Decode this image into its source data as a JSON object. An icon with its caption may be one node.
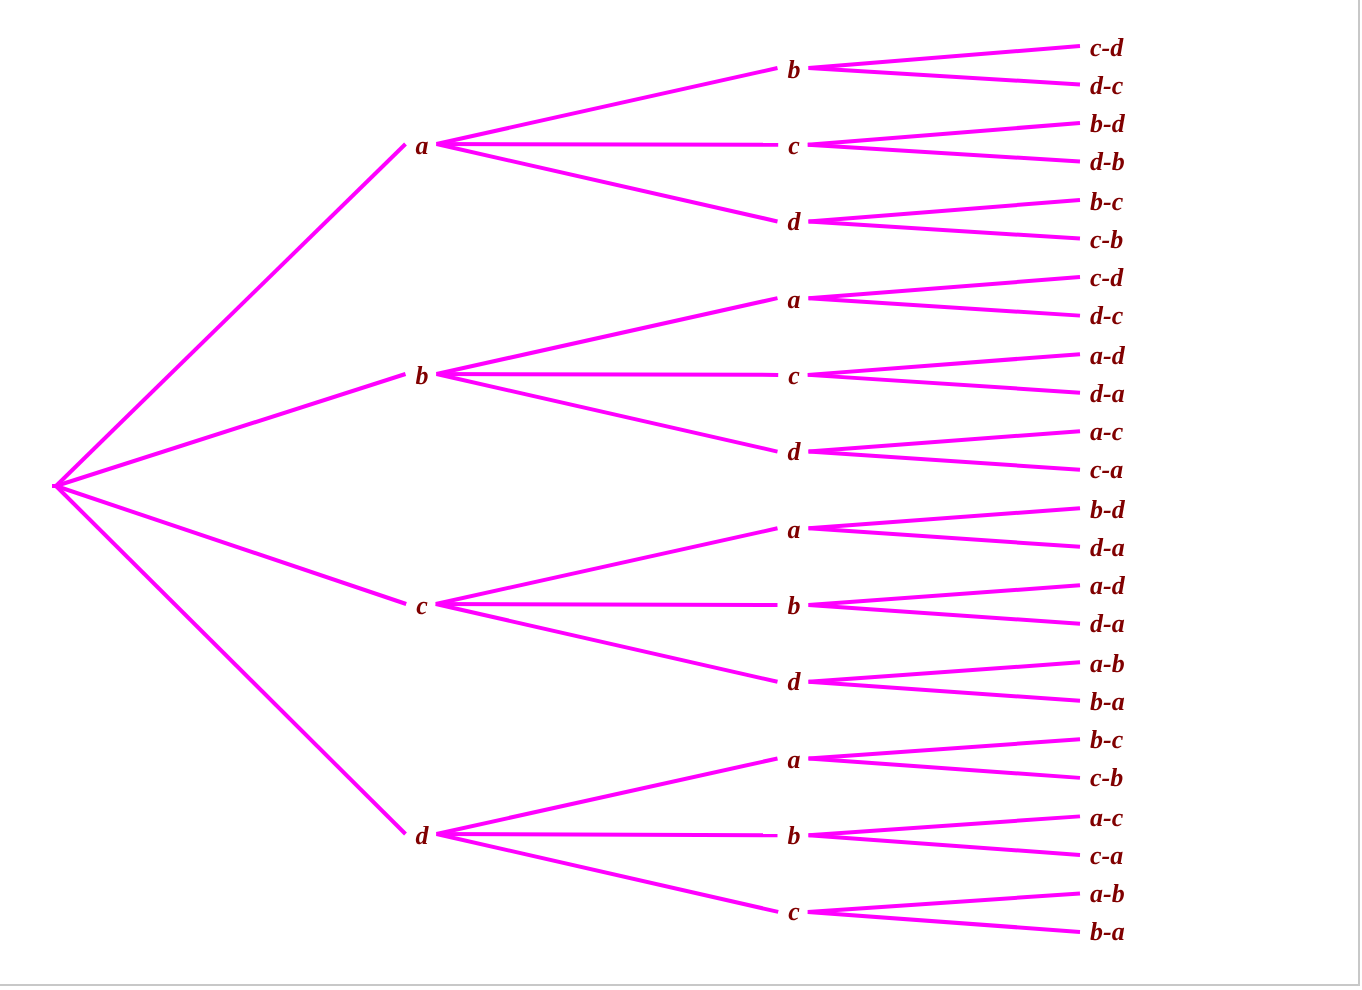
{
  "diagram": {
    "nodes": [
      {
        "text": [],
        "shape": "point"
      },
      {
        "text": [
          "a"
        ]
      },
      {
        "text": [
          "b"
        ]
      },
      {
        "text": [
          "c"
        ]
      },
      {
        "text": [
          "d"
        ]
      },
      {
        "text": [
          "b"
        ]
      },
      {
        "text": [
          "c"
        ]
      },
      {
        "text": [
          "d"
        ]
      },
      {
        "text": [
          "a"
        ]
      },
      {
        "text": [
          "c"
        ]
      },
      {
        "text": [
          "d"
        ]
      },
      {
        "text": [
          "a"
        ]
      },
      {
        "text": [
          "b"
        ]
      },
      {
        "text": [
          "d"
        ]
      },
      {
        "text": [
          "a"
        ]
      },
      {
        "text": [
          "b"
        ]
      },
      {
        "text": [
          "c"
        ]
      },
      {
        "text": [
          "c-d"
        ]
      },
      {
        "text": [
          "d-c"
        ]
      },
      {
        "text": [
          "b-d"
        ]
      },
      {
        "text": [
          "d-b"
        ]
      },
      {
        "text": [
          "b-c"
        ]
      },
      {
        "text": [
          "c-b"
        ]
      },
      {
        "text": [
          "c-d"
        ]
      },
      {
        "text": [
          "d-c"
        ]
      },
      {
        "text": [
          "a-d"
        ]
      },
      {
        "text": [
          "d-a"
        ]
      },
      {
        "text": [
          "a-c"
        ]
      },
      {
        "text": [
          "c-a"
        ]
      },
      {
        "text": [
          "b-d"
        ]
      },
      {
        "text": [
          "d-a"
        ]
      },
      {
        "text": [
          "a-d"
        ]
      },
      {
        "text": [
          "d-a"
        ]
      },
      {
        "text": [
          "a-b"
        ]
      },
      {
        "text": [
          "b-a"
        ]
      },
      {
        "text": [
          "b-c"
        ]
      },
      {
        "text": [
          "c-b"
        ]
      },
      {
        "text": [
          "a-c"
        ]
      },
      {
        "text": [
          "c-a"
        ]
      },
      {
        "text": [
          "a-b"
        ]
      },
      {
        "text": [
          "b-a"
        ]
      }
    ],
    "edges": [
      {
        "from": 0,
        "to": 1,
        "arrow": "none"
      },
      {
        "from": 0,
        "to": 2,
        "arrow": "none"
      },
      {
        "from": 0,
        "to": 3,
        "arrow": "none"
      },
      {
        "from": 0,
        "to": 4,
        "arrow": "none"
      },
      {
        "from": 1,
        "to": 5,
        "arrow": "none"
      },
      {
        "from": 1,
        "to": 6,
        "arrow": "none"
      },
      {
        "from": 1,
        "to": 7,
        "arrow": "none"
      },
      {
        "from": 2,
        "to": 8,
        "arrow": "none"
      },
      {
        "from": 2,
        "to": 9,
        "arrow": "none"
      },
      {
        "from": 2,
        "to": 10,
        "arrow": "none"
      },
      {
        "from": 3,
        "to": 11,
        "arrow": "none"
      },
      {
        "from": 3,
        "to": 12,
        "arrow": "none"
      },
      {
        "from": 3,
        "to": 13,
        "arrow": "none"
      },
      {
        "from": 4,
        "to": 14,
        "arrow": "none"
      },
      {
        "from": 4,
        "to": 15,
        "arrow": "none"
      },
      {
        "from": 4,
        "to": 16,
        "arrow": "none"
      },
      {
        "from": 5,
        "to": 17,
        "arrow": "none"
      },
      {
        "from": 5,
        "to": 18,
        "arrow": "none"
      },
      {
        "from": 6,
        "to": 19,
        "arrow": "none"
      },
      {
        "from": 6,
        "to": 20,
        "arrow": "none"
      },
      {
        "from": 7,
        "to": 21,
        "arrow": "none"
      },
      {
        "from": 7,
        "to": 22,
        "arrow": "none"
      },
      {
        "from": 8,
        "to": 23,
        "arrow": "none"
      },
      {
        "from": 8,
        "to": 24,
        "arrow": "none"
      },
      {
        "from": 9,
        "to": 25,
        "arrow": "none"
      },
      {
        "from": 9,
        "to": 26,
        "arrow": "none"
      },
      {
        "from": 10,
        "to": 27,
        "arrow": "none"
      },
      {
        "from": 10,
        "to": 28,
        "arrow": "none"
      },
      {
        "from": 11,
        "to": 29,
        "arrow": "none"
      },
      {
        "from": 11,
        "to": 30,
        "arrow": "none"
      },
      {
        "from": 12,
        "to": 31,
        "arrow": "none"
      },
      {
        "from": 12,
        "to": 32,
        "arrow": "none"
      },
      {
        "from": 13,
        "to": 33,
        "arrow": "none"
      },
      {
        "from": 13,
        "to": 34,
        "arrow": "none"
      },
      {
        "from": 14,
        "to": 35,
        "arrow": "none"
      },
      {
        "from": 14,
        "to": 36,
        "arrow": "none"
      },
      {
        "from": 15,
        "to": 37,
        "arrow": "none"
      },
      {
        "from": 15,
        "to": 38,
        "arrow": "none"
      },
      {
        "from": 16,
        "to": 39,
        "arrow": "none"
      },
      {
        "from": 16,
        "to": 40,
        "arrow": "none"
      }
    ]
  }
}
